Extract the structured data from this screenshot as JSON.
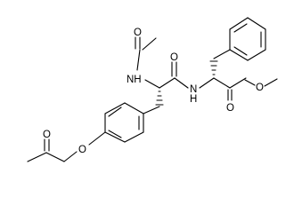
{
  "molecule": {
    "atom_labels": {
      "amide_nh_top": "NH",
      "carbonyl_o_acetyl": "O",
      "carbonyl_o_center": "O",
      "amide_n_right": "N",
      "amide_h_right": "H",
      "ester_o_carbonyl": "O",
      "ester_o_methoxy": "O",
      "ether_o": "O",
      "ketone_o": "O"
    }
  }
}
